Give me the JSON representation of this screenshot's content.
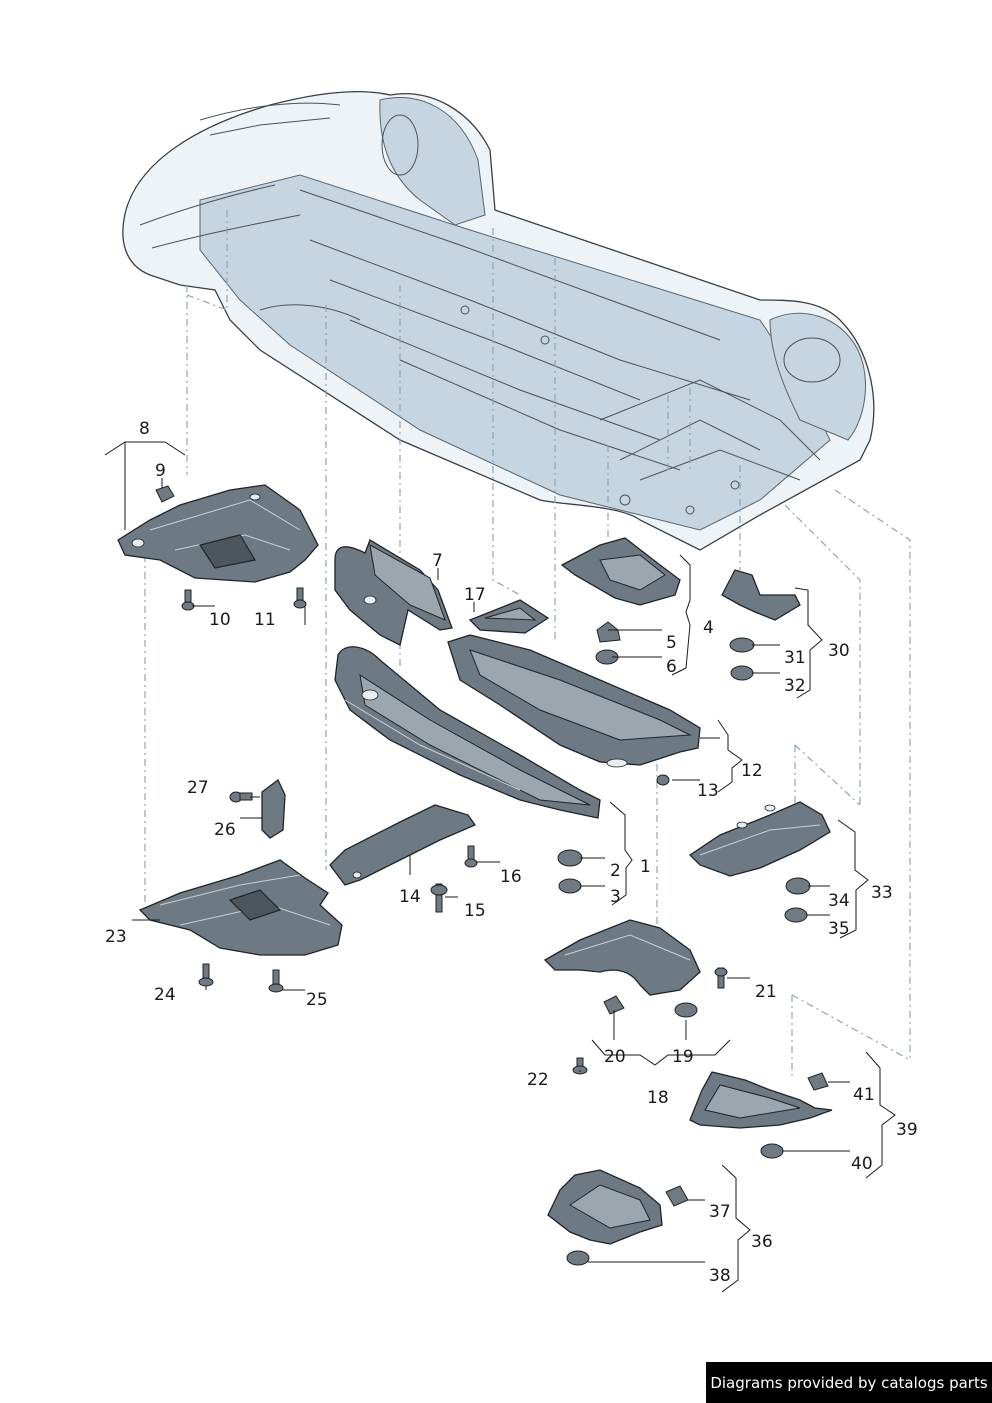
{
  "callouts": [
    "1",
    "2",
    "3",
    "4",
    "5",
    "6",
    "7",
    "8",
    "9",
    "10",
    "11",
    "12",
    "13",
    "14",
    "15",
    "16",
    "17",
    "18",
    "19",
    "20",
    "21",
    "22",
    "23",
    "24",
    "25",
    "26",
    "27",
    "30",
    "31",
    "32",
    "33",
    "34",
    "35",
    "36",
    "37",
    "38",
    "39",
    "40",
    "41"
  ],
  "credit": "Diagrams provided by catalogs parts",
  "colors": {
    "part_fill": "#6e7a83",
    "car_tint": "#c5d6e2",
    "leader": "#1a1a1a",
    "dash": "#8fa4b4"
  }
}
